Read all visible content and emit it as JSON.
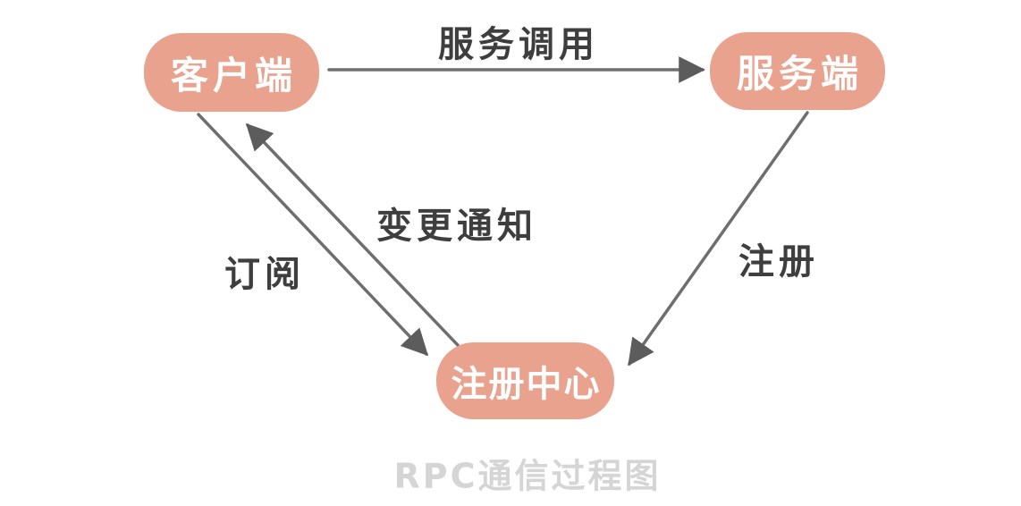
{
  "diagram": {
    "title": "RPC通信过程图",
    "nodes": [
      {
        "id": "client",
        "label": "客户端"
      },
      {
        "id": "server",
        "label": "服务端"
      },
      {
        "id": "registry",
        "label": "注册中心"
      }
    ],
    "edges": [
      {
        "id": "service-call",
        "from": "client",
        "to": "server",
        "label": "服务调用"
      },
      {
        "id": "register",
        "from": "server",
        "to": "registry",
        "label": "注册"
      },
      {
        "id": "subscribe",
        "from": "client",
        "to": "registry",
        "label": "订阅"
      },
      {
        "id": "change-notification",
        "from": "registry",
        "to": "client",
        "label": "变更通知"
      }
    ],
    "colors": {
      "background": "#FFFFFF",
      "node_fill": "#E9A28E",
      "node_text": "#FFFFFF",
      "arrow_line": "#6E6E6E",
      "arrow_head": "#5C5C5C",
      "edge_label_text": "#3E3E3E",
      "title_text": "#D5D5D5"
    }
  }
}
